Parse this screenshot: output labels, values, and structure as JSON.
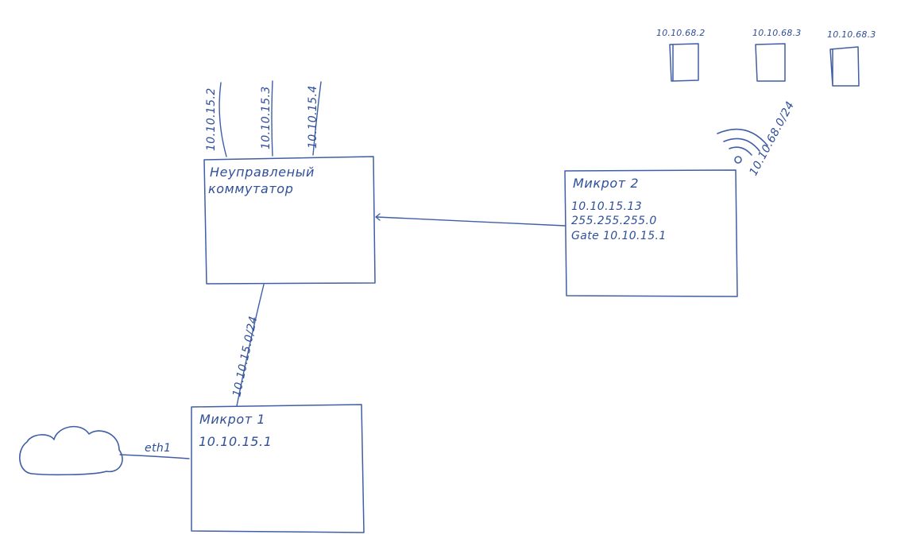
{
  "switch": {
    "title_line1": "Неуправленый",
    "title_line2": "коммутатор",
    "ports": [
      "10.10.15.2",
      "10.10.15.3",
      "10.10.15.4"
    ]
  },
  "mikrot2": {
    "title": "Микрот 2",
    "ip": "10.10.15.13",
    "mask": "255.255.255.0",
    "gate": "Gate 10.10.15.1"
  },
  "mikrot1": {
    "title": "Микрот 1",
    "ip": "10.10.15.1"
  },
  "links": {
    "switch_mikrot1": "10.10.15.0/24",
    "cloud_mikrot1": "eth1",
    "wifi": "10.10.68.0/24"
  },
  "wifi_clients": [
    "10.10.68.2",
    "10.10.68.3",
    "10.10.68.3"
  ],
  "colors": {
    "ink": "#3f5ea6",
    "paper": "#ffffff"
  },
  "icons": {
    "cloud": "cloud-icon",
    "wifi": "wifi-icon",
    "device": "device-icon"
  }
}
